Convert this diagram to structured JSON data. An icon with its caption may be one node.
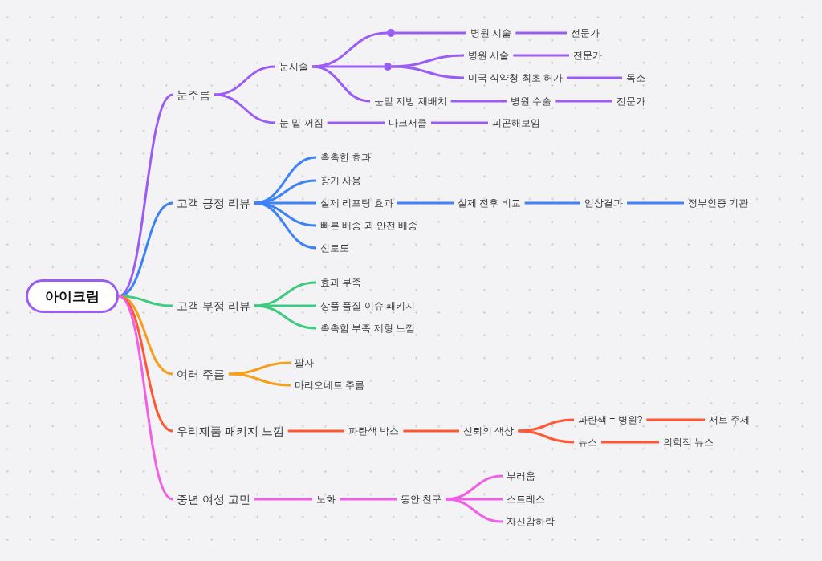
{
  "diagram": {
    "nodes": [
      {
        "text": [
          "아이크림"
        ]
      },
      {
        "text": [
          "눈주름"
        ]
      },
      {
        "text": [
          "눈시술"
        ]
      },
      {
        "text": [],
        "shape": "circle"
      },
      {
        "text": [
          "병원 시술"
        ]
      },
      {
        "text": [
          "전문가"
        ]
      },
      {
        "text": [],
        "shape": "circle"
      },
      {
        "text": [
          "병원 시술"
        ]
      },
      {
        "text": [
          "전문가"
        ]
      },
      {
        "text": [
          "미국 식약청 최초 허가"
        ]
      },
      {
        "text": [
          "독소"
        ]
      },
      {
        "text": [
          "눈밑 지방 재배치"
        ]
      },
      {
        "text": [
          "병원 수술"
        ]
      },
      {
        "text": [
          "전문가"
        ]
      },
      {
        "text": [
          "눈 밑 꺼짐"
        ]
      },
      {
        "text": [
          "다크서클"
        ]
      },
      {
        "text": [
          "피곤해보임"
        ]
      },
      {
        "text": [
          "고객 긍정 리뷰"
        ]
      },
      {
        "text": [
          "촉촉한 효과"
        ]
      },
      {
        "text": [
          "장기 사용"
        ]
      },
      {
        "text": [
          "실제 리프팅 효과"
        ]
      },
      {
        "text": [
          "실제 전후 비교"
        ]
      },
      {
        "text": [
          "임상결과"
        ]
      },
      {
        "text": [
          "정부인증 기관"
        ]
      },
      {
        "text": [
          "빠른 배송 과 안전 배송"
        ]
      },
      {
        "text": [
          "신로도"
        ]
      },
      {
        "text": [
          "고객 부정 리뷰"
        ]
      },
      {
        "text": [
          "효과 부족"
        ]
      },
      {
        "text": [
          "상품 품질 이슈 패키지"
        ]
      },
      {
        "text": [
          "촉촉함 부족 제형 느낌"
        ]
      },
      {
        "text": [
          "여러 주름"
        ]
      },
      {
        "text": [
          "팔자"
        ]
      },
      {
        "text": [
          "마리오네트 주름"
        ]
      },
      {
        "text": [
          "우리제품 패키지 느낌"
        ]
      },
      {
        "text": [
          "파란색 박스"
        ]
      },
      {
        "text": [
          "신뢰의 색상"
        ]
      },
      {
        "text": [
          "파란색 = 병원?"
        ]
      },
      {
        "text": [
          "서브 주제"
        ]
      },
      {
        "text": [
          "뉴스"
        ]
      },
      {
        "text": [
          "의학적 뉴스"
        ]
      },
      {
        "text": [
          "중년 여성 고민"
        ]
      },
      {
        "text": [
          "노화"
        ]
      },
      {
        "text": [
          "동안 친구"
        ]
      },
      {
        "text": [
          "부러움"
        ]
      },
      {
        "text": [
          "스트레스"
        ]
      },
      {
        "text": [
          "자신감하락"
        ]
      }
    ],
    "edges": [
      {
        "from": 0,
        "to": 1,
        "arrow": "none"
      },
      {
        "from": 1,
        "to": 2,
        "arrow": "none"
      },
      {
        "from": 2,
        "to": 3,
        "arrow": "none"
      },
      {
        "from": 3,
        "to": 4,
        "arrow": "none"
      },
      {
        "from": 4,
        "to": 5,
        "arrow": "none"
      },
      {
        "from": 2,
        "to": 6,
        "arrow": "none"
      },
      {
        "from": 6,
        "to": 7,
        "arrow": "none"
      },
      {
        "from": 7,
        "to": 8,
        "arrow": "none"
      },
      {
        "from": 6,
        "to": 9,
        "arrow": "none"
      },
      {
        "from": 9,
        "to": 10,
        "arrow": "none"
      },
      {
        "from": 2,
        "to": 11,
        "arrow": "none"
      },
      {
        "from": 11,
        "to": 12,
        "arrow": "none"
      },
      {
        "from": 12,
        "to": 13,
        "arrow": "none"
      },
      {
        "from": 1,
        "to": 14,
        "arrow": "none"
      },
      {
        "from": 14,
        "to": 15,
        "arrow": "none"
      },
      {
        "from": 15,
        "to": 16,
        "arrow": "none"
      },
      {
        "from": 0,
        "to": 17,
        "arrow": "none",
        "color": "#3d82f6"
      },
      {
        "from": 17,
        "to": 18,
        "arrow": "none",
        "color": "#3d82f6"
      },
      {
        "from": 17,
        "to": 19,
        "arrow": "none",
        "color": "#3d82f6"
      },
      {
        "from": 17,
        "to": 20,
        "arrow": "none",
        "color": "#3d82f6"
      },
      {
        "from": 20,
        "to": 21,
        "arrow": "none",
        "color": "#3d82f6"
      },
      {
        "from": 21,
        "to": 22,
        "arrow": "none",
        "color": "#3d82f6"
      },
      {
        "from": 22,
        "to": 23,
        "arrow": "none",
        "color": "#3d82f6"
      },
      {
        "from": 17,
        "to": 24,
        "arrow": "none",
        "color": "#3d82f6"
      },
      {
        "from": 17,
        "to": 25,
        "arrow": "none",
        "color": "#3d82f6"
      },
      {
        "from": 0,
        "to": 26,
        "arrow": "none",
        "color": "#3ecb7f"
      },
      {
        "from": 26,
        "to": 27,
        "arrow": "none",
        "color": "#3ecb7f"
      },
      {
        "from": 26,
        "to": 28,
        "arrow": "none",
        "color": "#3ecb7f"
      },
      {
        "from": 26,
        "to": 29,
        "arrow": "none",
        "color": "#3ecb7f"
      },
      {
        "from": 0,
        "to": 30,
        "arrow": "none",
        "color": "#f59f1d"
      },
      {
        "from": 30,
        "to": 31,
        "arrow": "none",
        "color": "#f59f1d"
      },
      {
        "from": 30,
        "to": 32,
        "arrow": "none",
        "color": "#f59f1d"
      },
      {
        "from": 0,
        "to": 33,
        "arrow": "none",
        "color": "#ff5734"
      },
      {
        "from": 33,
        "to": 34,
        "arrow": "none",
        "color": "#ff5734"
      },
      {
        "from": 34,
        "to": 35,
        "arrow": "none",
        "color": "#ff5734"
      },
      {
        "from": 35,
        "to": 36,
        "arrow": "none",
        "color": "#ff5734"
      },
      {
        "from": 36,
        "to": 37,
        "arrow": "none",
        "color": "#ff5734"
      },
      {
        "from": 35,
        "to": 38,
        "arrow": "none",
        "color": "#ff5734"
      },
      {
        "from": 38,
        "to": 39,
        "arrow": "none",
        "color": "#ff5734"
      },
      {
        "from": 0,
        "to": 40,
        "arrow": "none",
        "color": "#f15fe6"
      },
      {
        "from": 40,
        "to": 41,
        "arrow": "none",
        "color": "#f15fe6"
      },
      {
        "from": 41,
        "to": 42,
        "arrow": "none",
        "color": "#f15fe6"
      },
      {
        "from": 42,
        "to": 43,
        "arrow": "none",
        "color": "#f15fe6"
      },
      {
        "from": 42,
        "to": 44,
        "arrow": "none",
        "color": "#f15fe6"
      },
      {
        "from": 42,
        "to": 45,
        "arrow": "none",
        "color": "#f15fe6"
      }
    ]
  }
}
